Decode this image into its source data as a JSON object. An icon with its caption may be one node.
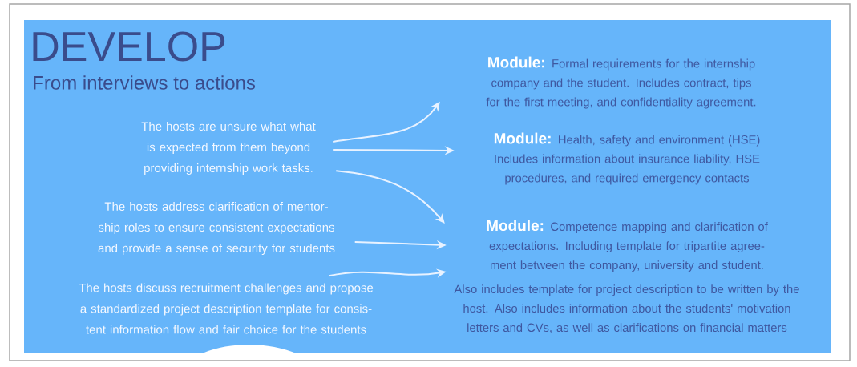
{
  "diagram": {
    "title": "DEVELOP",
    "nodes": [
      {
        "text": [
          "The hosts are unsure what what is expected from them beyond providing internship work tasks."
        ]
      },
      {
        "text": [
          "The hosts address clarification of mentor-ship roles to ensure consistent expectations and provide a sense of security for students"
        ]
      },
      {
        "text": [
          "The hosts discuss recruitment challenges and propose a standardized project description template for consis-tent information flow and fair choice for the students"
        ]
      },
      {
        "text": [
          "Module:",
          "Formal requirements for the internship company and the student. Includes contract, tips for the first meeting, and confidentiality agreement."
        ]
      },
      {
        "text": [
          "Module:",
          "Health, safety and environment (HSE) Includes information about insurance liability, HSE procedures, and required emergency contacts"
        ]
      },
      {
        "text": [
          "Module:",
          "Competence mapping and clarification of expectations. Including template for tripartite agree-ment between the company, university and student.",
          "Also includes template for project description to be written by the host. Also includes information about the students' motivation letters and CVs, as well as clarifications on financial matters"
        ]
      }
    ],
    "edges": [
      {
        "from": 0,
        "to": 3,
        "arrow": "to"
      },
      {
        "from": 0,
        "to": 4,
        "arrow": "to"
      },
      {
        "from": 0,
        "to": 5,
        "arrow": "to"
      },
      {
        "from": 1,
        "to": 5,
        "arrow": "to"
      },
      {
        "from": 2,
        "to": 5,
        "arrow": "to"
      }
    ],
    "labels": [
      "From interviews to actions"
    ]
  }
}
